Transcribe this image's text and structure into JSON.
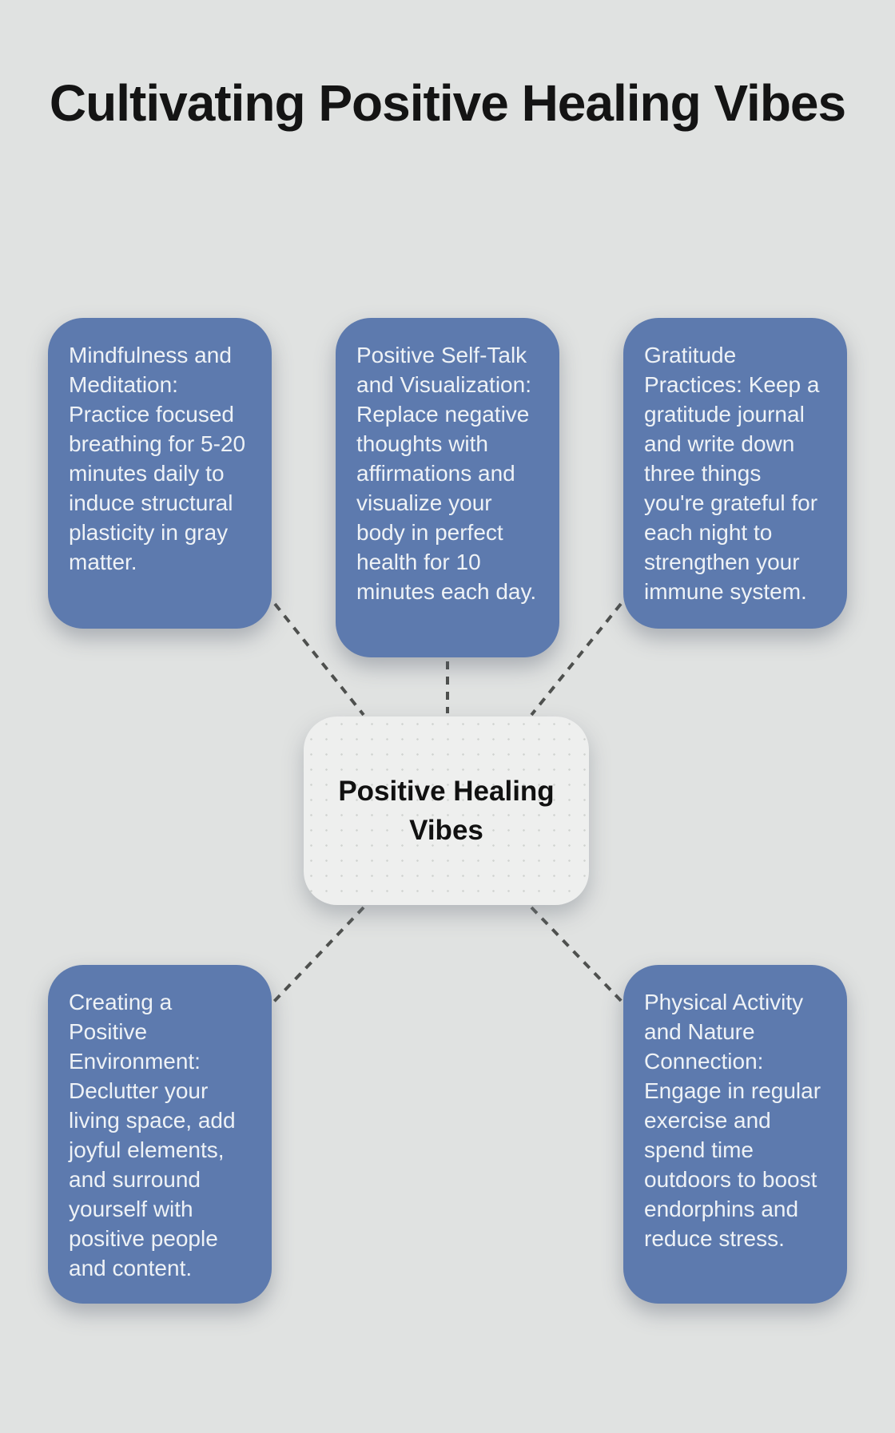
{
  "page": {
    "title": "Cultivating Positive Healing Vibes"
  },
  "center": {
    "label": "Positive Healing Vibes"
  },
  "nodes": [
    {
      "id": "mindfulness-meditation",
      "text": "Mindfulness and Meditation: Practice focused breathing for 5-20 minutes daily to induce structural plasticity in gray matter."
    },
    {
      "id": "positive-self-talk",
      "text": "Positive Self-Talk and Visualization: Replace negative thoughts with affirmations and visualize your body in perfect health for 10 minutes each day."
    },
    {
      "id": "gratitude-practices",
      "text": "Gratitude Practices: Keep a gratitude journal and write down three things you're grateful for each night to strengthen your immune system."
    },
    {
      "id": "positive-environment",
      "text": "Creating a Positive Environment: Declutter your living space, add joyful elements, and surround yourself with positive people and content."
    },
    {
      "id": "physical-activity",
      "text": "Physical Activity and Nature Connection: Engage in regular exercise and spend time outdoors to boost endorphins and reduce stress."
    }
  ],
  "connections": [
    {
      "from": "mindfulness-meditation",
      "to": "center"
    },
    {
      "from": "positive-self-talk",
      "to": "center"
    },
    {
      "from": "gratitude-practices",
      "to": "center"
    },
    {
      "from": "center",
      "to": "positive-environment"
    },
    {
      "from": "center",
      "to": "physical-activity"
    }
  ],
  "colors": {
    "background": "#e0e2e1",
    "node_fill": "#5d7aae",
    "node_text": "#eef2f6",
    "center_fill": "#eeefee",
    "center_text": "#111111",
    "connector": "#4e504e",
    "title_text": "#141414"
  }
}
